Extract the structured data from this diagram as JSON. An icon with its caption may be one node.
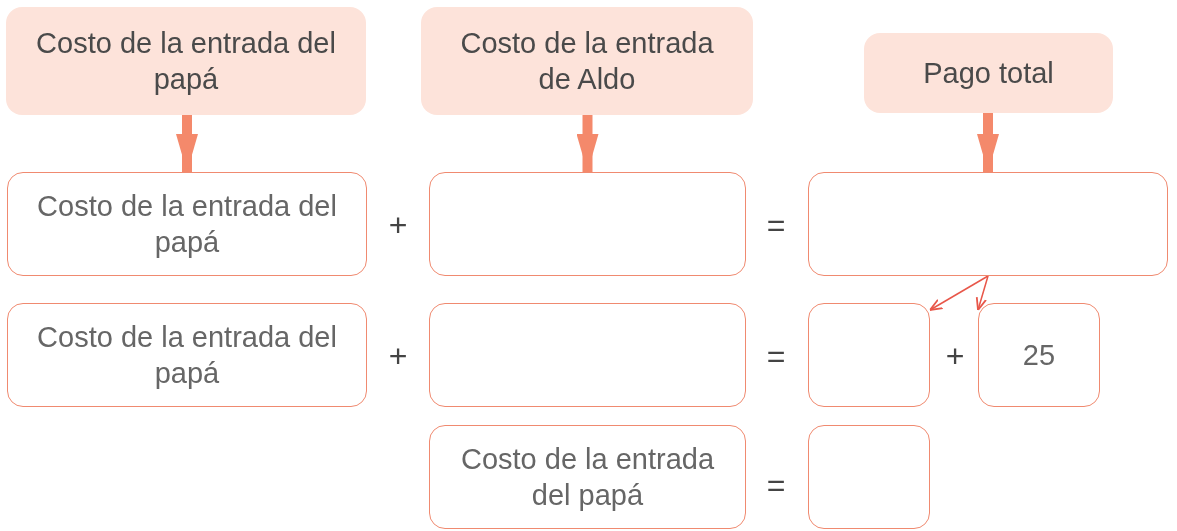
{
  "diagram": {
    "nodes": [
      {
        "text": [
          "Costo de la entrada del papá"
        ]
      },
      {
        "text": [
          "Costo de la entrada de Aldo"
        ]
      },
      {
        "text": [
          "Pago total"
        ]
      },
      {
        "text": [
          "Costo de la entrada del papá"
        ]
      },
      {
        "text": [],
        "shape": "box"
      },
      {
        "text": [],
        "shape": "box"
      },
      {
        "text": [
          "Costo de la entrada del papá"
        ]
      },
      {
        "text": [],
        "shape": "box"
      },
      {
        "text": [],
        "shape": "box"
      },
      {
        "text": [
          "25"
        ]
      },
      {
        "text": [
          "Costo de la entrada del papá"
        ]
      },
      {
        "text": [],
        "shape": "box"
      }
    ],
    "edges": [
      {
        "from": 0,
        "to": 3,
        "arrow": "to"
      },
      {
        "from": 1,
        "to": 4,
        "arrow": "to"
      },
      {
        "from": 2,
        "to": 5,
        "arrow": "to"
      },
      {
        "from": 5,
        "to": 8,
        "arrow": "to",
        "color": "#e8574a"
      },
      {
        "from": 5,
        "to": 9,
        "arrow": "to",
        "color": "#e8574a"
      }
    ],
    "labels": [
      "+",
      "=",
      "+",
      "=",
      "+",
      "="
    ]
  }
}
